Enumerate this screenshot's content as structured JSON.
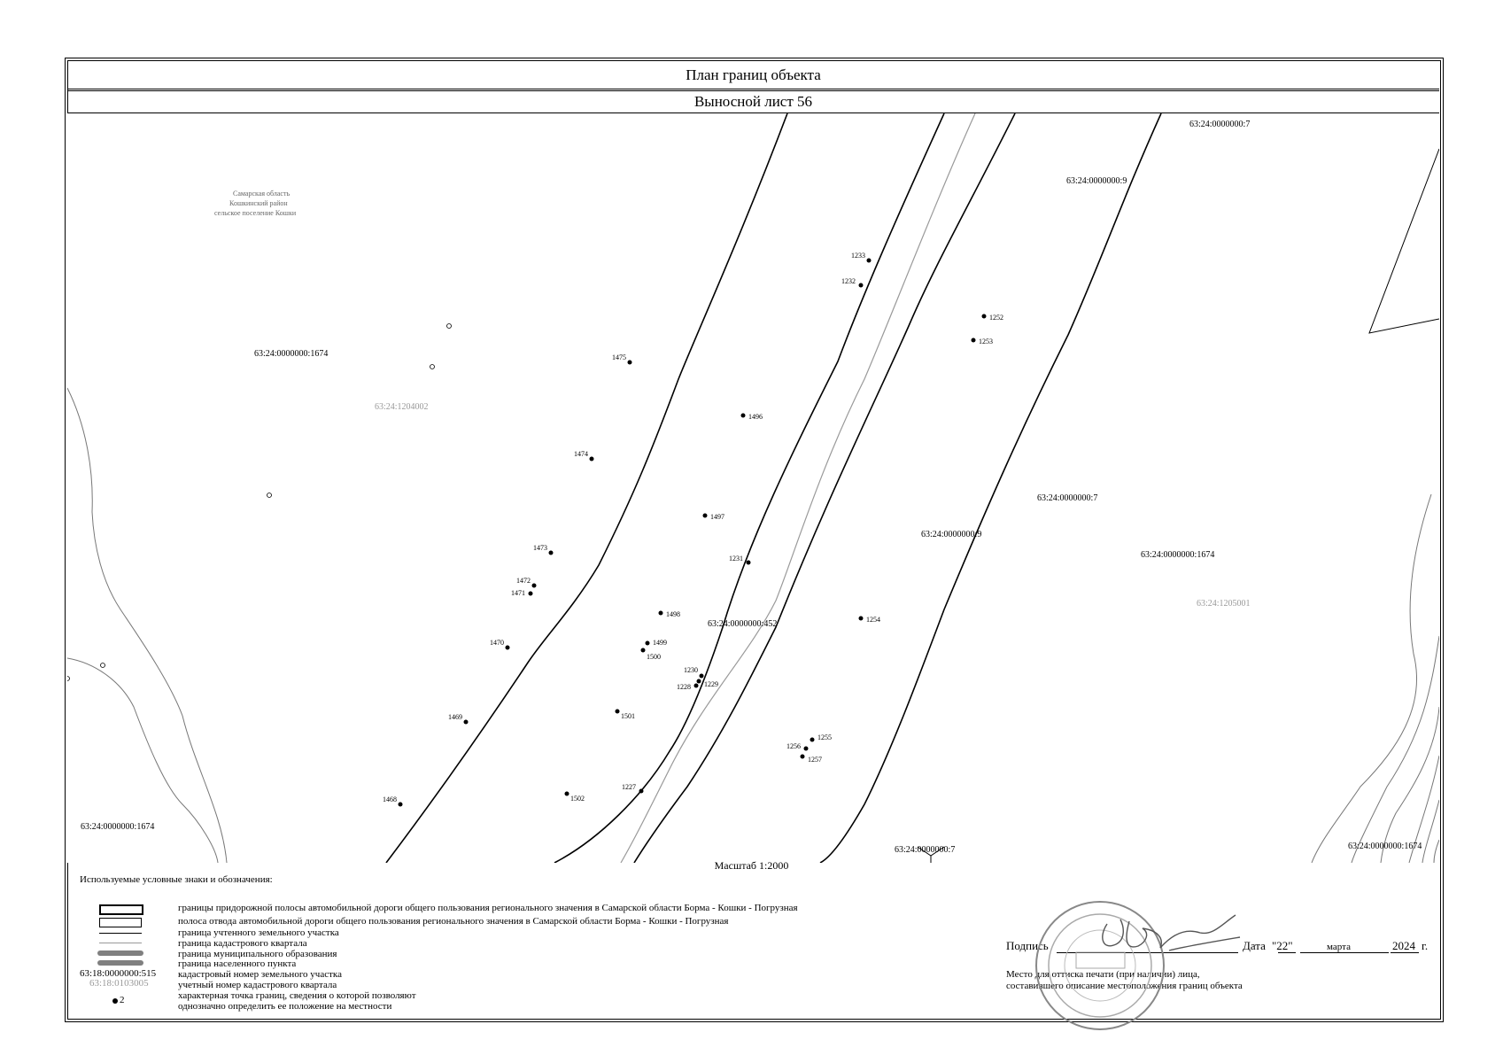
{
  "header": {
    "title": "План границ объекта",
    "subtitle": "Выносной лист 56"
  },
  "map": {
    "region_lines": [
      "Самарская область",
      "Кошкинский район",
      "сельское поселение Кошки"
    ],
    "parcels": [
      "63:24:0000000:1674",
      "63:24:0000000:1674",
      "63:24:0000000:1674",
      "63:24:0000000:1674",
      "63:24:0000000:7",
      "63:24:0000000:7",
      "63:24:0000000:7",
      "63:24:0000000:9",
      "63:24:0000000:9",
      "63:24:0000000:452"
    ],
    "quarters": [
      "63:24:1204002",
      "63:24:1205001"
    ],
    "points": [
      "1468",
      "1469",
      "1470",
      "1471",
      "1472",
      "1473",
      "1474",
      "1475",
      "1496",
      "1497",
      "1498",
      "1499",
      "1500",
      "1501",
      "1502",
      "1227",
      "1228",
      "1229",
      "1230",
      "1231",
      "1232",
      "1233",
      "1252",
      "1253",
      "1254",
      "1255",
      "1256",
      "1257"
    ]
  },
  "scale": "Масштаб 1:2000",
  "legend": {
    "title": "Используемые условные знаки и обозначения:",
    "items": [
      "границы придорожной полосы автомобильной дороги общего пользования регионального значения в Самарской области Борма - Кошки - Погрузная",
      "полоса отвода автомобильной дороги общего пользования регионального значения в Самарской области Борма - Кошки - Погрузная",
      "граница учтенного земельного участка",
      "граница кадастрового квартала",
      "граница муниципального образования",
      "граница населенного пункта",
      "кадастровый номер земельного участка",
      "учетный номер кадастрового квартала",
      "характерная точка границ, сведения о которой позволяют",
      "однозначно определить ее положение на местности"
    ],
    "sample_parcel": "63:18:0000000:515",
    "sample_quarter": "63:18:0103005",
    "sample_point": "2"
  },
  "signature": {
    "label": "Подпись",
    "date_label": "Дата",
    "day": "\"22\"",
    "month": "марта",
    "year": "2024",
    "year_suffix": "г.",
    "stamp_note_1": "Место для оттиска печати (при наличии) лица,",
    "stamp_note_2": "составившего описание местоположения границ объекта"
  },
  "colors": {
    "line": "#000000",
    "quarter": "#999999",
    "legend_bar": "#808080"
  }
}
